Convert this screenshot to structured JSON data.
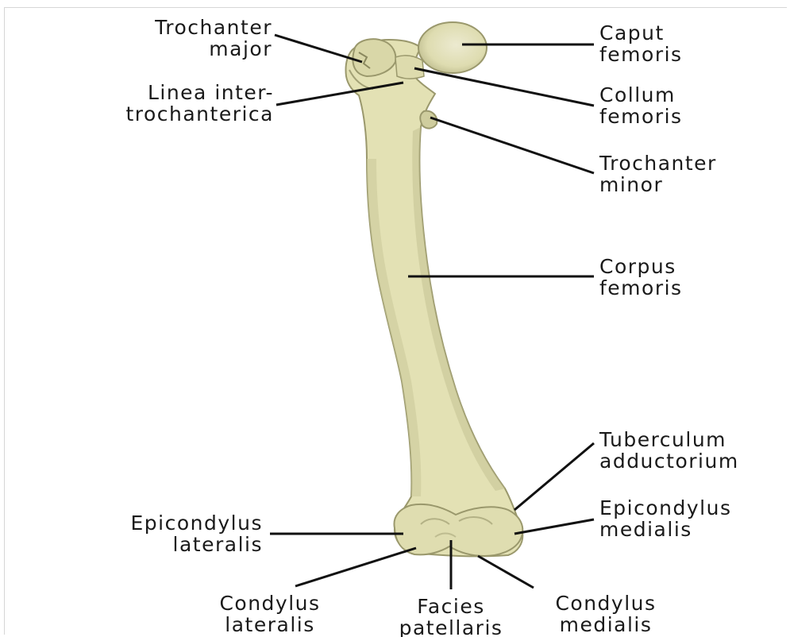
{
  "labels": {
    "trochanter_major": {
      "line1": "Trochanter",
      "line2": "major"
    },
    "linea_intertrochanterica": {
      "line1": "Linea inter-",
      "line2": "trochanterica"
    },
    "caput_femoris": {
      "line1": "Caput",
      "line2": "femoris"
    },
    "collum_femoris": {
      "line1": "Collum",
      "line2": "femoris"
    },
    "trochanter_minor": {
      "line1": "Trochanter",
      "line2": "minor"
    },
    "corpus_femoris": {
      "line1": "Corpus",
      "line2": "femoris"
    },
    "tuberculum_adductorium": {
      "line1": "Tuberculum",
      "line2": "adductorium"
    },
    "epicondylus_medialis": {
      "line1": "Epicondylus",
      "line2": "medialis"
    },
    "epicondylus_lateralis": {
      "line1": "Epicondylus",
      "line2": "lateralis"
    },
    "condylus_lateralis": {
      "line1": "Condylus",
      "line2": "lateralis"
    },
    "facies_patellaris": {
      "line1": "Facies",
      "line2": "patellaris"
    },
    "condylus_medialis": {
      "line1": "Condylus",
      "line2": "medialis"
    }
  },
  "colors": {
    "bone_fill": "#e3e1b4",
    "bone_shade": "#b9b78a",
    "bone_outline": "#8f8d63",
    "leader_line": "#111111",
    "text": "#1a1a1a"
  }
}
